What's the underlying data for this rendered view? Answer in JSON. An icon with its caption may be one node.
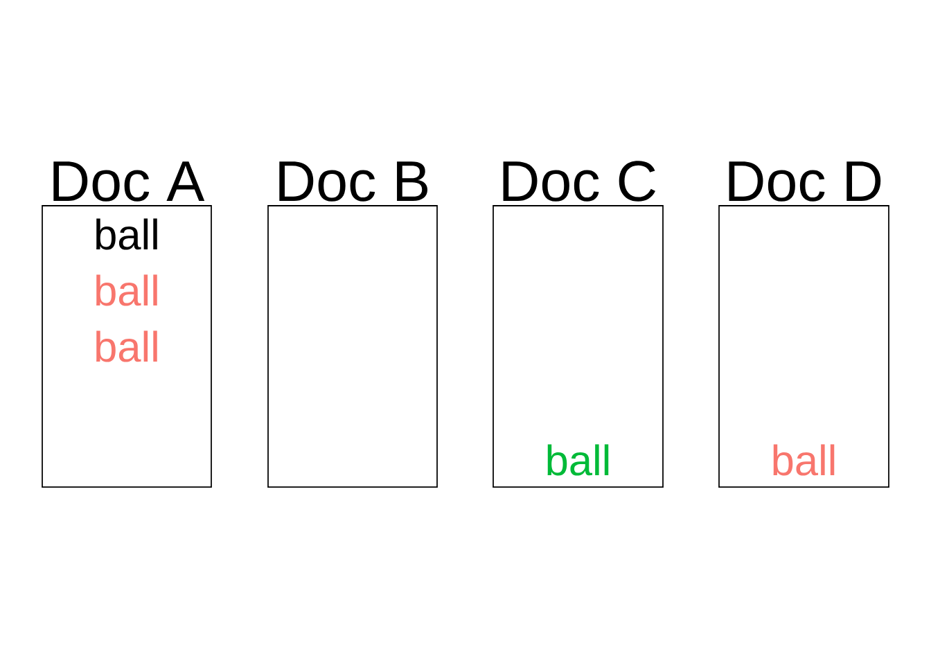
{
  "diagram": {
    "nodes": [
      {
        "text": [
          "Doc A",
          "ball",
          "ball",
          "ball"
        ]
      },
      {
        "text": [
          "Doc B"
        ]
      },
      {
        "text": [
          "Doc C",
          "ball"
        ]
      },
      {
        "text": [
          "Doc D",
          "ball"
        ]
      }
    ]
  }
}
